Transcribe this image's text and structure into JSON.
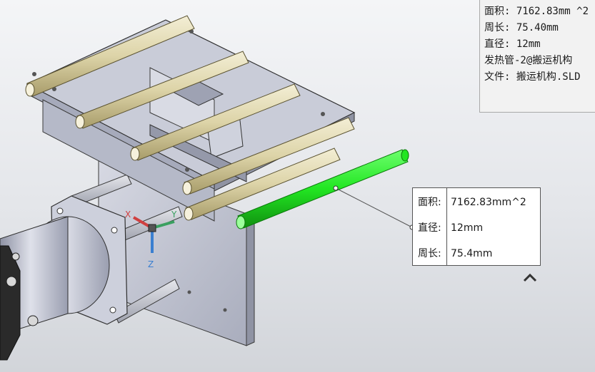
{
  "info_panel": {
    "area_line": "面积: 7162.83mm ^2",
    "perimeter_line": "周长: 75.40mm",
    "diameter_line": "直径: 12mm",
    "component_line": "发热管-2@搬运机构",
    "file_line": "文件:  搬运机构.SLD"
  },
  "measure_box": {
    "rows": [
      {
        "label": "面积:",
        "value": "7162.83mm^2"
      },
      {
        "label": "直径:",
        "value": "12mm"
      },
      {
        "label": "周长:",
        "value": "75.4mm"
      }
    ]
  },
  "triad": {
    "x_label": "X",
    "y_label": "Y",
    "z_label": "Z"
  },
  "colors": {
    "selection": "#22e622",
    "rod": "#e0d8b0",
    "frame": "#c9ccd8",
    "motor": "#b8bccd",
    "motor_dark": "#2a2a2a",
    "triad_x": "#d04040",
    "triad_y": "#3aa060",
    "triad_z": "#3a7fd0"
  },
  "icons": {
    "collapse": "chevron-up-icon"
  }
}
